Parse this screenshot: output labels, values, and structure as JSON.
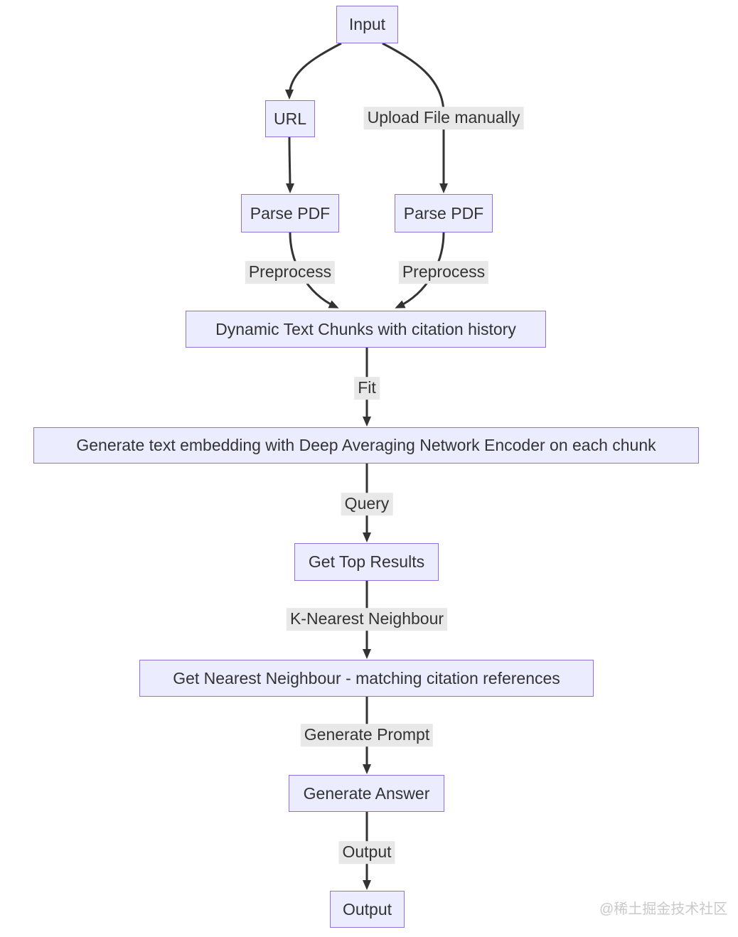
{
  "diagram": {
    "title": "PDF question-answering pipeline flowchart",
    "nodes": [
      {
        "id": "input",
        "label": "Input"
      },
      {
        "id": "url",
        "label": "URL"
      },
      {
        "id": "parse-pdf-left",
        "label": "Parse PDF"
      },
      {
        "id": "parse-pdf-right",
        "label": "Parse PDF"
      },
      {
        "id": "chunks",
        "label": "Dynamic Text Chunks with citation history"
      },
      {
        "id": "embedding",
        "label": "Generate text embedding with Deep Averaging Network Encoder on each chunk"
      },
      {
        "id": "top-results",
        "label": "Get Top Results"
      },
      {
        "id": "nearest",
        "label": "Get Nearest Neighbour - matching citation references"
      },
      {
        "id": "answer",
        "label": "Generate Answer"
      },
      {
        "id": "output",
        "label": "Output"
      }
    ],
    "edge_labels": [
      {
        "id": "upload",
        "label": "Upload File manually"
      },
      {
        "id": "preprocess-left",
        "label": "Preprocess"
      },
      {
        "id": "preprocess-right",
        "label": "Preprocess"
      },
      {
        "id": "fit",
        "label": "Fit"
      },
      {
        "id": "query",
        "label": "Query"
      },
      {
        "id": "knn",
        "label": "K-Nearest Neighbour"
      },
      {
        "id": "generate-prompt",
        "label": "Generate Prompt"
      },
      {
        "id": "output-label",
        "label": "Output"
      }
    ],
    "edges": [
      {
        "from": "input",
        "to": "url",
        "label": ""
      },
      {
        "from": "input",
        "to": "parse-pdf-right",
        "label": "Upload File manually"
      },
      {
        "from": "url",
        "to": "parse-pdf-left",
        "label": ""
      },
      {
        "from": "parse-pdf-left",
        "to": "chunks",
        "label": "Preprocess"
      },
      {
        "from": "parse-pdf-right",
        "to": "chunks",
        "label": "Preprocess"
      },
      {
        "from": "chunks",
        "to": "embedding",
        "label": "Fit"
      },
      {
        "from": "embedding",
        "to": "top-results",
        "label": "Query"
      },
      {
        "from": "top-results",
        "to": "nearest",
        "label": "K-Nearest Neighbour"
      },
      {
        "from": "nearest",
        "to": "answer",
        "label": "Generate Prompt"
      },
      {
        "from": "answer",
        "to": "output",
        "label": "Output"
      }
    ],
    "colors": {
      "node_fill": "#ECECFF",
      "node_border": "#9370DB",
      "edge": "#333333",
      "label_bg": "#e8e8e8",
      "text": "#333333",
      "watermark_color": "#c9c9c9"
    },
    "watermark": "@稀土掘金技术社区"
  }
}
